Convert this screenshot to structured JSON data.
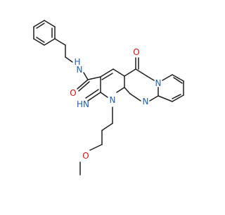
{
  "molecule": {
    "atom_labels": {
      "amide_nh": "H",
      "amide_n": "N",
      "amide_o": "O",
      "ketone_o": "O",
      "ring_n_top": "N",
      "imine": "HN",
      "ring_n1": "N",
      "ring_n_bridge": "N",
      "ether_o": "O"
    },
    "colors": {
      "bond": "#1f1f1f",
      "nitrogen": "#1f5fbf",
      "oxygen": "#e01010"
    }
  }
}
